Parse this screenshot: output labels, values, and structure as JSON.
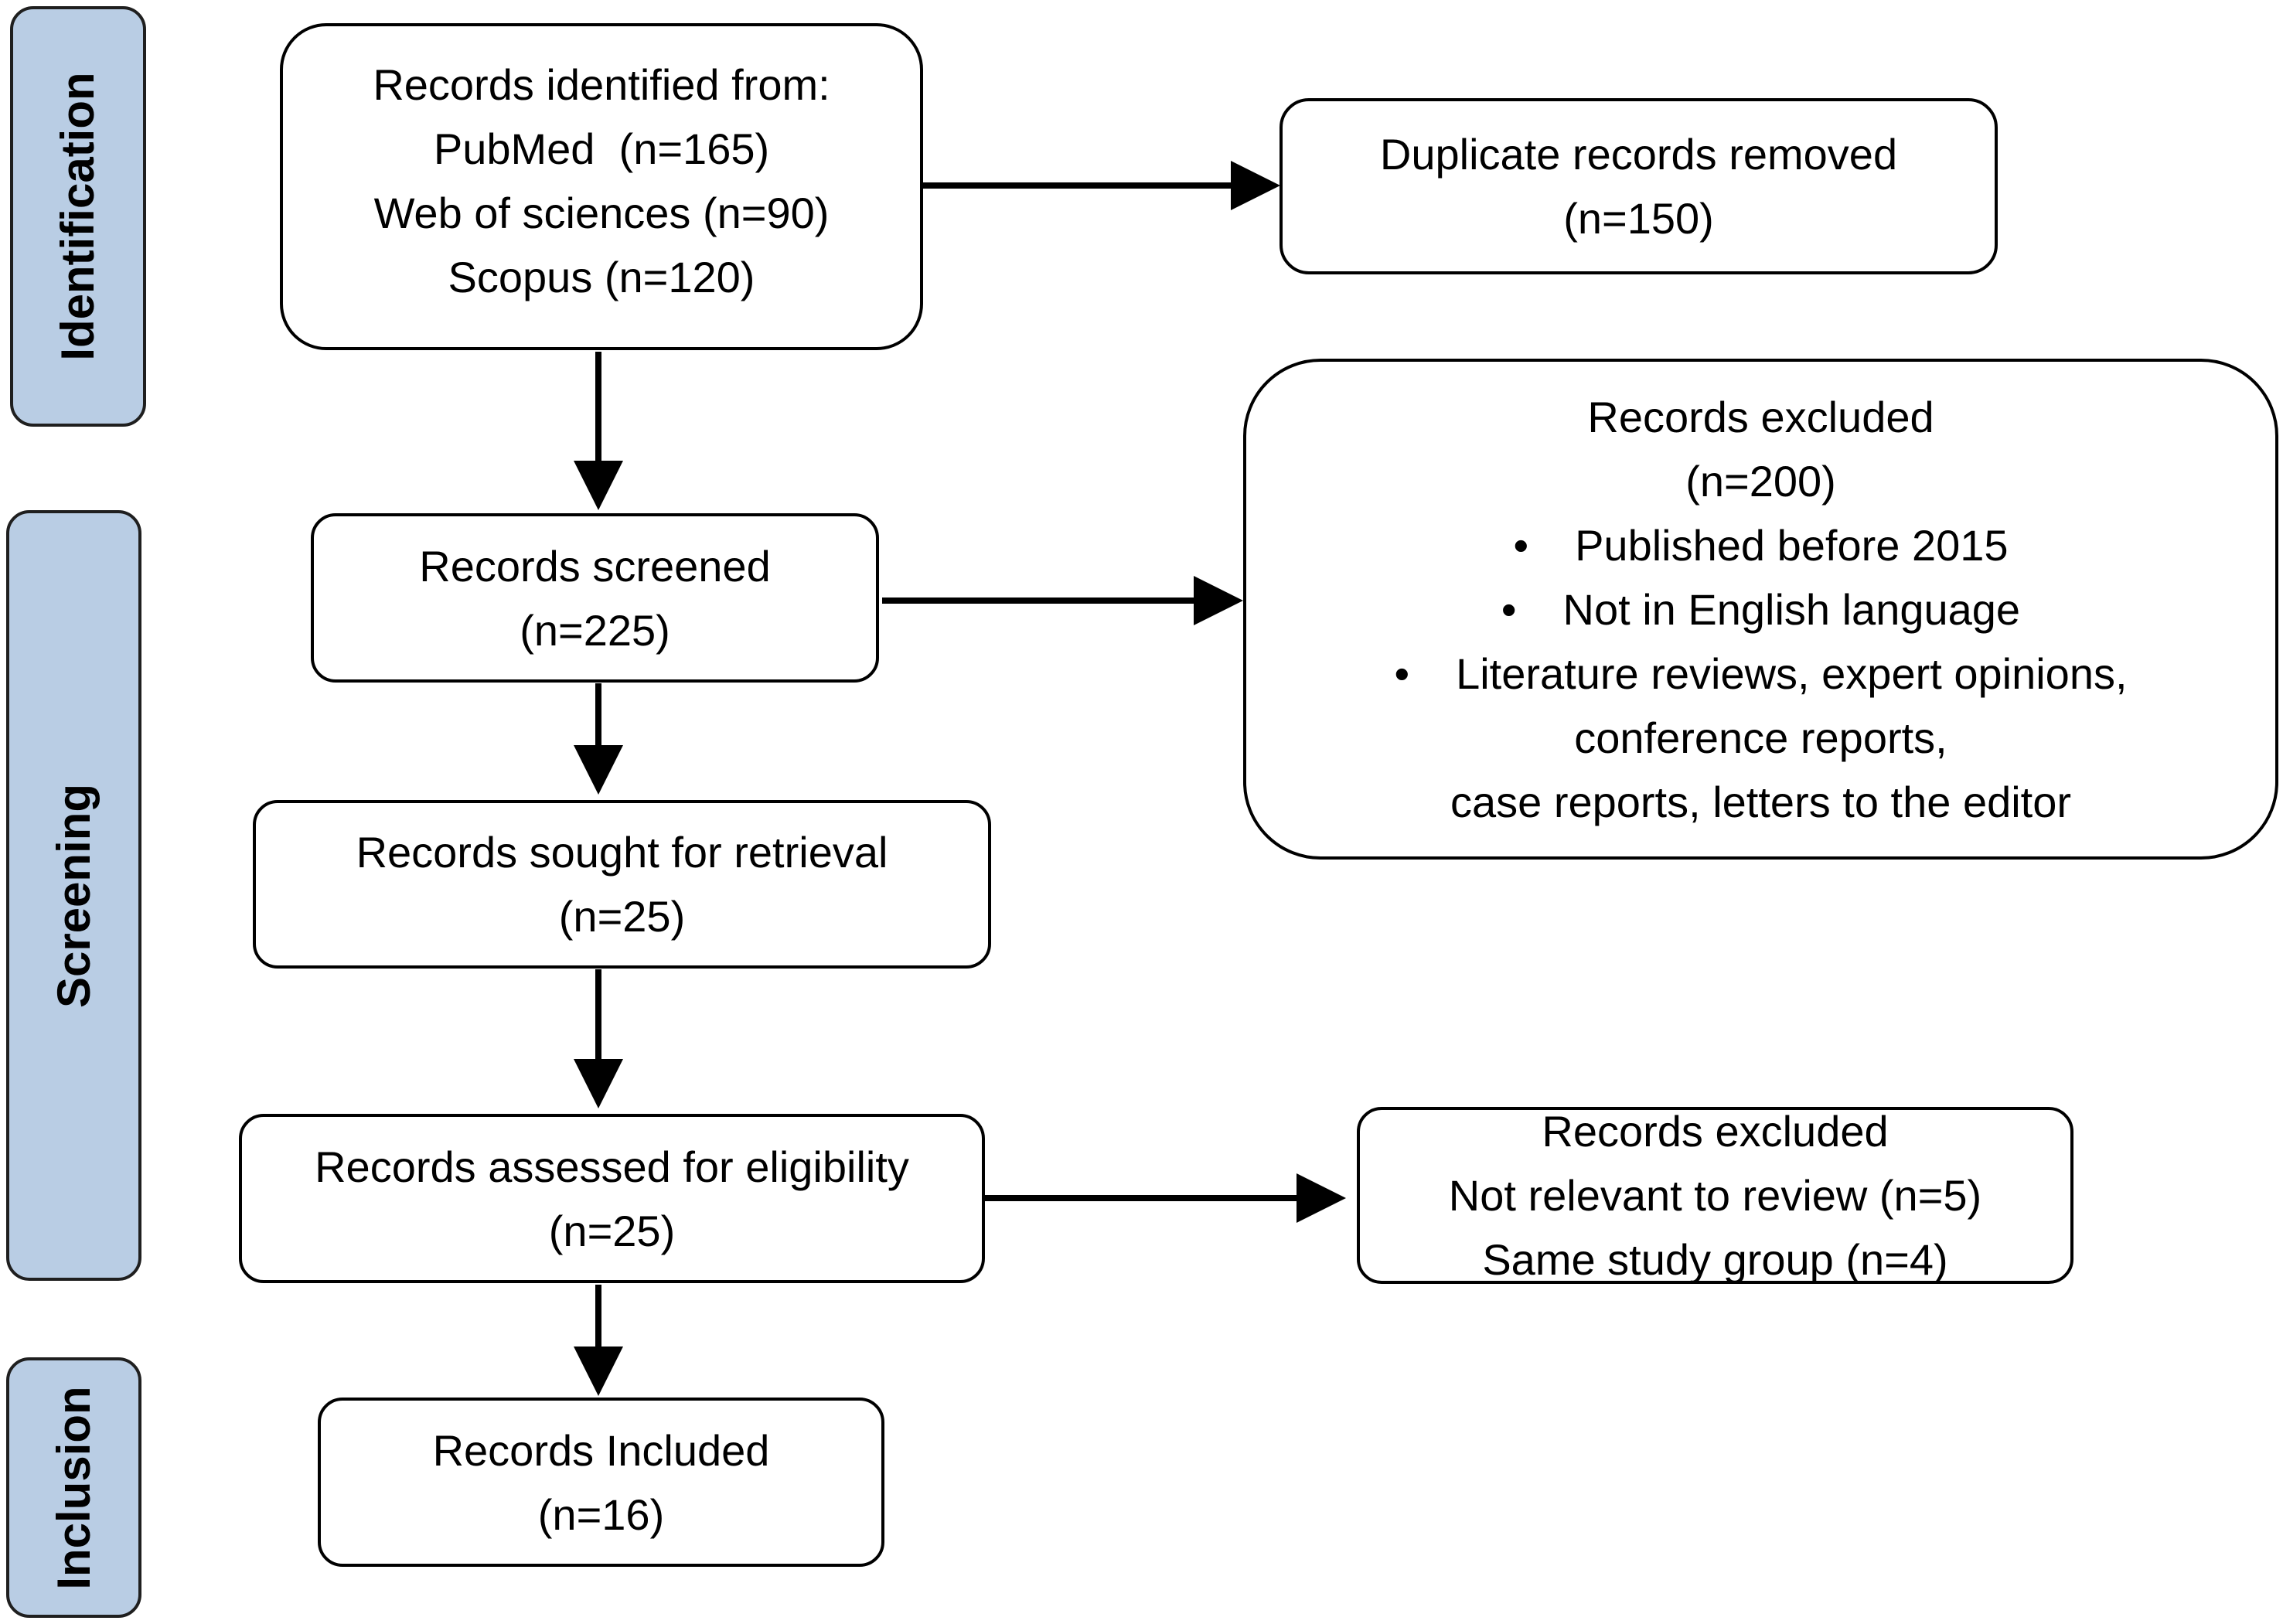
{
  "phases": {
    "identification": "Identification",
    "screening": "Screening",
    "inclusion": "Inclusion"
  },
  "boxes": {
    "identified": {
      "lines": [
        "Records identified from:",
        "PubMed  (n=165)",
        "Web of sciences (n=90)",
        "Scopus (n=120)"
      ]
    },
    "duplicates": {
      "lines": [
        "Duplicate records removed",
        "(n=150)"
      ]
    },
    "screened": {
      "lines": [
        "Records screened",
        "(n=225)"
      ]
    },
    "excluded_screening": {
      "title": "Records excluded",
      "count": "(n=200)",
      "bullets": [
        "Published before 2015",
        "Not in English language",
        "Literature reviews, expert opinions,"
      ],
      "continuation": [
        "conference reports,",
        "case reports, letters to the editor"
      ]
    },
    "retrieval": {
      "lines": [
        "Records sought for retrieval",
        "(n=25)"
      ]
    },
    "eligibility": {
      "lines": [
        "Records assessed for eligibility",
        "(n=25)"
      ]
    },
    "excluded_eligibility": {
      "lines": [
        "Records excluded",
        "Not relevant to review (n=5)",
        "Same study group (n=4)"
      ]
    },
    "included": {
      "lines": [
        "Records Included",
        "(n=16)"
      ]
    }
  },
  "colors": {
    "phase_fill": "#b9cde4",
    "border": "#000000",
    "arrow": "#000000"
  }
}
